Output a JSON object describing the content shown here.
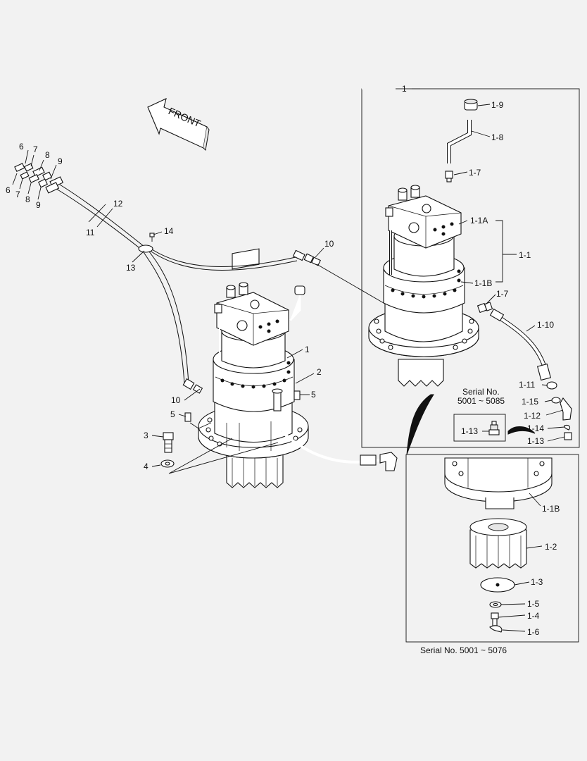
{
  "front_label": "FRONT",
  "box_label": "1",
  "serial_inset": {
    "title_line1": "Serial No.",
    "title_line2": "5001 ~ 5085",
    "part": "1-13"
  },
  "bottom_serial": "Serial No. 5001 ~ 5076",
  "labels_main": {
    "l1": "1",
    "l2": "2",
    "l3": "3",
    "l4": "4",
    "l5a": "5",
    "l5b": "5",
    "l6a": "6",
    "l6b": "6",
    "l7a": "7",
    "l7b": "7",
    "l8a": "8",
    "l8b": "8",
    "l9a": "9",
    "l9b": "9",
    "l10a": "10",
    "l10b": "10",
    "l11": "11",
    "l12": "12",
    "l13": "13",
    "l14": "14"
  },
  "labels_box": {
    "b19": "1-9",
    "b18": "1-8",
    "b17a": "1-7",
    "b11A": "1-1A",
    "b11": "1-1",
    "b11B": "1-1B",
    "b17b": "1-7",
    "b110": "1-10",
    "b111": "1-11",
    "b115": "1-15",
    "b112": "1-12",
    "b114": "1-14",
    "b113": "1-13"
  },
  "labels_lower": {
    "c11B": "1-1B",
    "c12": "1-2",
    "c13": "1-3",
    "c15": "1-5",
    "c14": "1-4",
    "c16": "1-6"
  }
}
